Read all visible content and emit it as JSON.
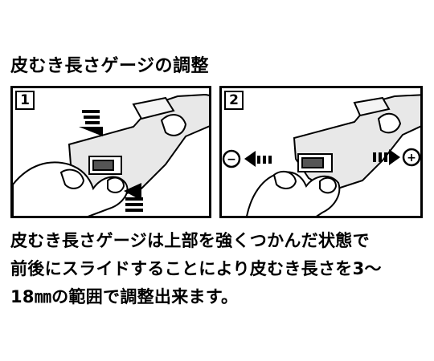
{
  "title": "皮むき長さゲージの調整",
  "panels": [
    {
      "number": "1"
    },
    {
      "number": "2",
      "minus_symbol": "−",
      "plus_symbol": "+"
    }
  ],
  "description": {
    "line1": "皮むき長さゲージは上部を強くつかんだ状態で",
    "line2": "前後にスライドすることにより皮むき長さを3～",
    "line3": "18㎜の範囲で調整出来ます。"
  },
  "icons": {
    "panel1": [
      "wire-stripper-illustration",
      "hand-illustration",
      "arrow-down-icon",
      "arrow-up-icon"
    ],
    "panel2": [
      "wire-stripper-illustration",
      "hand-illustration",
      "arrow-left-icon",
      "arrow-right-icon",
      "minus-circle-icon",
      "plus-circle-icon"
    ]
  }
}
